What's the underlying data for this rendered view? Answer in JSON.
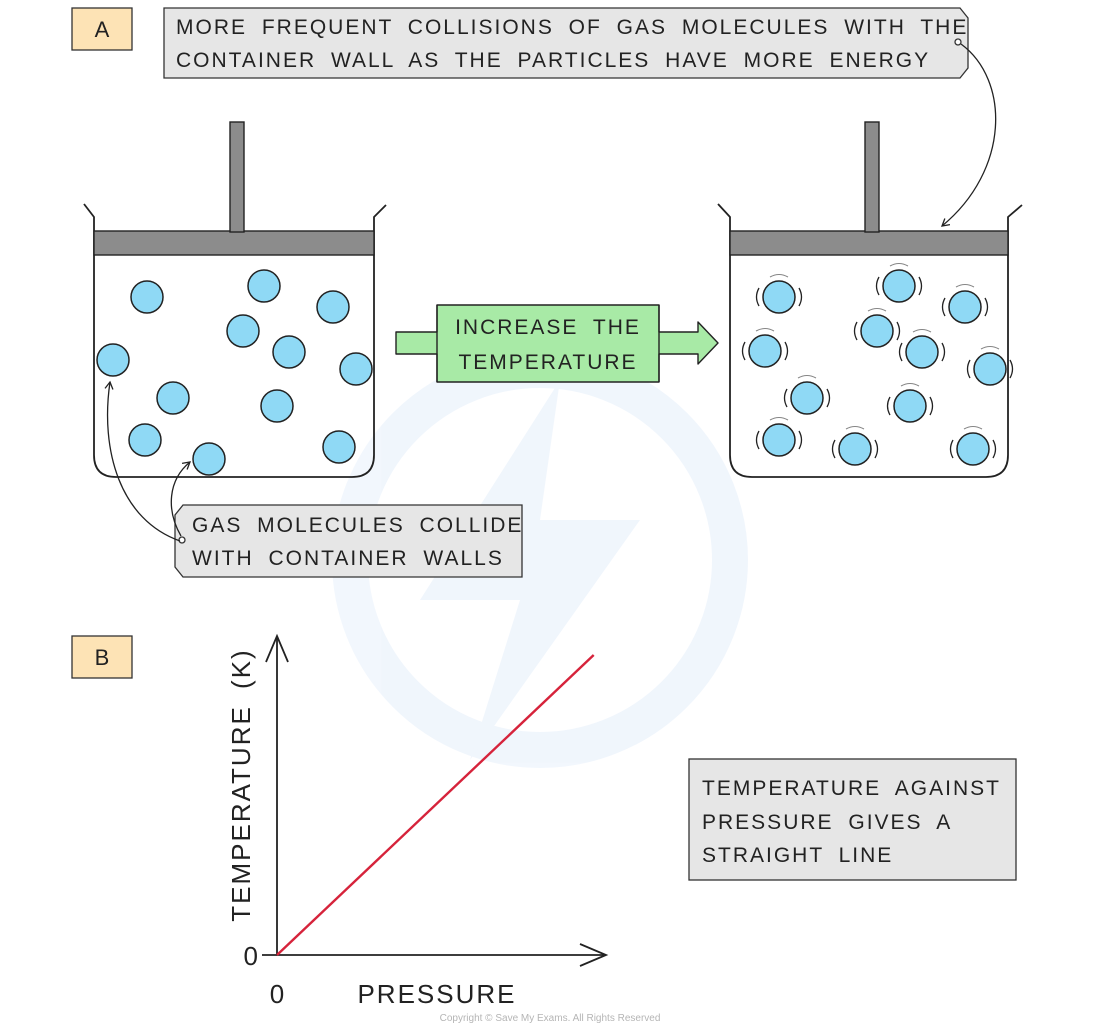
{
  "sections": {
    "a": {
      "label": "A"
    },
    "b": {
      "label": "B"
    }
  },
  "part_a": {
    "callout_top": {
      "line1": "MORE FREQUENT COLLISIONS OF GAS MOLECULES WITH THE",
      "line2": "CONTAINER WALL AS THE PARTICLES HAVE MORE ENERGY"
    },
    "process_arrow": {
      "line1": "INCREASE THE",
      "line2": "TEMPERATURE"
    },
    "callout_bottom": {
      "line1": "GAS MOLECULES COLLIDE",
      "line2": "WITH CONTAINER WALLS"
    }
  },
  "part_b": {
    "note": {
      "line1": "TEMPERATURE AGAINST",
      "line2": "PRESSURE GIVES A",
      "line3": "STRAIGHT LINE"
    }
  },
  "chart_data": {
    "type": "line",
    "title": "",
    "xlabel": "PRESSURE",
    "ylabel": "TEMPERATURE (K)",
    "x_ticks": [
      "0"
    ],
    "y_ticks": [
      "0"
    ],
    "series": [
      {
        "color": "#d6233b",
        "x": [
          0,
          1
        ],
        "y": [
          0,
          1
        ]
      }
    ],
    "xlim": [
      0,
      1.2
    ],
    "ylim": [
      0,
      1.1
    ],
    "grid": false
  },
  "footer": {
    "copyright": "Copyright © Save My Exams. All Rights Reserved"
  },
  "colors": {
    "label_box": "#fde3b5",
    "callout_box": "#e6e6e6",
    "process_arrow": "#a8eaa6",
    "molecule": "#8fd9f5",
    "piston": "#8c8c8c",
    "line": "#d6233b"
  }
}
